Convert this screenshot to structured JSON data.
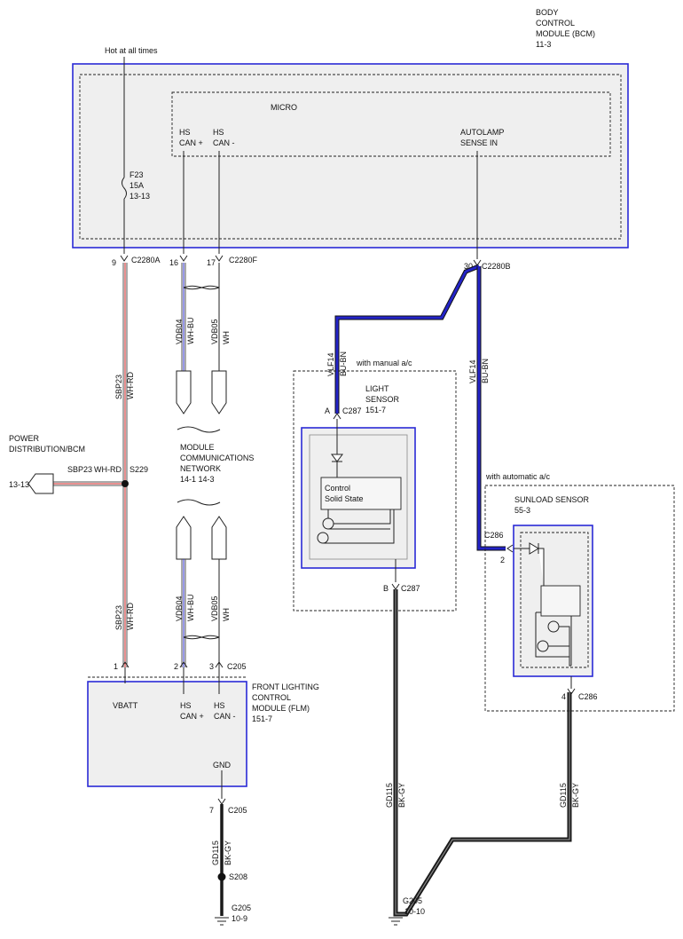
{
  "bcm": {
    "title_lines": [
      "BODY",
      "CONTROL",
      "MODULE (BCM)",
      "11-3"
    ]
  },
  "micro": {
    "label": "MICRO"
  },
  "hot_at_all_times": "Hot at all times",
  "fuse": {
    "name": "F23",
    "rating": "15A",
    "ref": "13-13"
  },
  "bcm_pins": [
    {
      "lines": [
        "HS",
        "CAN +"
      ]
    },
    {
      "lines": [
        "HS",
        "CAN -"
      ]
    },
    {
      "lines": [
        "AUTOLAMP",
        "SENSE IN"
      ]
    }
  ],
  "connectors": {
    "c2280a": {
      "pin": "9",
      "name": "C2280A"
    },
    "c2280f_16": {
      "pin": "16"
    },
    "c2280f_17": {
      "pin": "17",
      "name": "C2280F"
    },
    "c2280b": {
      "pin": "30",
      "name": "C2280B"
    },
    "c287a": {
      "pin": "A",
      "name": "C287"
    },
    "c287b": {
      "pin": "B",
      "name": "C287"
    },
    "c286_2": {
      "pin": "2",
      "name": "C286"
    },
    "c286_4": {
      "pin": "4",
      "name": "C286"
    },
    "c205_1": {
      "pin": "1"
    },
    "c205_2": {
      "pin": "2"
    },
    "c205_3": {
      "pin": "3",
      "name": "C205"
    },
    "c205_7": {
      "pin": "7",
      "name": "C205"
    }
  },
  "wires": {
    "sbp23": {
      "circuit": "SBP23",
      "color": "WH-RD"
    },
    "vdb04": {
      "circuit": "VDB04",
      "color": "WH-BU"
    },
    "vdb05": {
      "circuit": "VDB05",
      "color": "WH"
    },
    "vlf14": {
      "circuit": "VLF14",
      "color": "BU-BN"
    },
    "gd115": {
      "circuit": "GD115",
      "color": "BK-GY"
    }
  },
  "power_distribution": {
    "lines": [
      "POWER",
      "DISTRIBUTION/BCM"
    ],
    "ref": "13-13"
  },
  "splices": {
    "s229": "S229",
    "s208": "S208"
  },
  "mcn": {
    "lines": [
      "MODULE",
      "COMMUNICATIONS",
      "NETWORK"
    ],
    "refs": "14-1   14-3"
  },
  "manual_ac": "with manual a/c",
  "automatic_ac": "with automatic a/c",
  "light_sensor": {
    "lines": [
      "LIGHT",
      "SENSOR",
      "151-7"
    ],
    "inner_lines": [
      "Control",
      "Solid State"
    ]
  },
  "sunload_sensor": {
    "lines": [
      "SUNLOAD SENSOR",
      "55-3"
    ]
  },
  "flm": {
    "title_lines": [
      "FRONT LIGHTING",
      "CONTROL",
      "MODULE (FLM)",
      "151-7"
    ],
    "vbatt": "VBATT",
    "pin2_lines": [
      "HS",
      "CAN +"
    ],
    "pin3_lines": [
      "HS",
      "CAN -"
    ],
    "gnd": "GND"
  },
  "grounds": {
    "g205_left": {
      "name": "G205",
      "ref": "10-9"
    },
    "g205_mid": {
      "name": "G205",
      "ref": "10-10"
    }
  },
  "colors": {
    "module_border": "#2a2ad6",
    "can_high": "#3030d0",
    "power_red": "#d02020",
    "autolamp": "#2424c8",
    "ground": "#1a1a1a"
  }
}
